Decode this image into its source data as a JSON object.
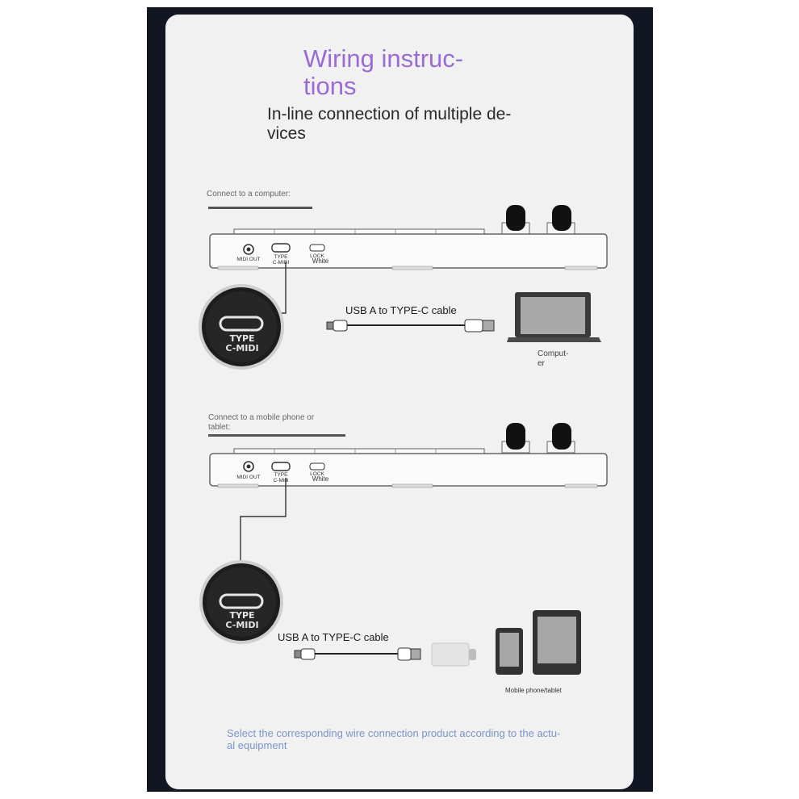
{
  "title": "Wiring instruc-\ntions",
  "subtitle": "In-line connection of multiple de-\nvices",
  "section1": {
    "label": "Connect to a computer:",
    "ports": {
      "midi_out": "MIDI OUT",
      "type_c": "TYPE\nC-MIDI",
      "lock": "LOCK",
      "white": "White"
    },
    "zoom_label": "TYPE\nC-MIDI",
    "cable_label": "USB A to TYPE-C cable",
    "computer_label": "Comput-\ner"
  },
  "section2": {
    "label": "Connect to a mobile phone or\ntablet:",
    "ports": {
      "midi_out": "MIDI OUT",
      "type_c": "TYPE\nC-Midi",
      "lock": "LOCK",
      "white": "White"
    },
    "zoom_label": "TYPE\nC-MIDI",
    "cable_label": "USB A to TYPE-C cable",
    "device_label": "Mobile phone/tablet"
  },
  "footer_note": "Select the corresponding wire connection product according to the actu-\nal equipment",
  "colors": {
    "title": "#9a6bd6",
    "note": "#7b95c8",
    "frame": "#121622",
    "card": "#f1f1f1"
  },
  "icons": [
    "midi-controller-icon",
    "usb-c-port-zoom-icon",
    "usb-cable-icon",
    "laptop-icon",
    "phone-icon",
    "tablet-icon",
    "usb-adapter-icon"
  ]
}
